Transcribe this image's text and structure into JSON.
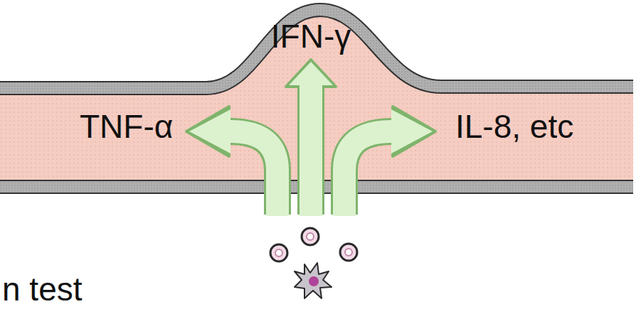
{
  "diagram": {
    "labels": [
      "TNF-α",
      "IFN-γ",
      "IL-8, etc",
      "n test"
    ]
  }
}
